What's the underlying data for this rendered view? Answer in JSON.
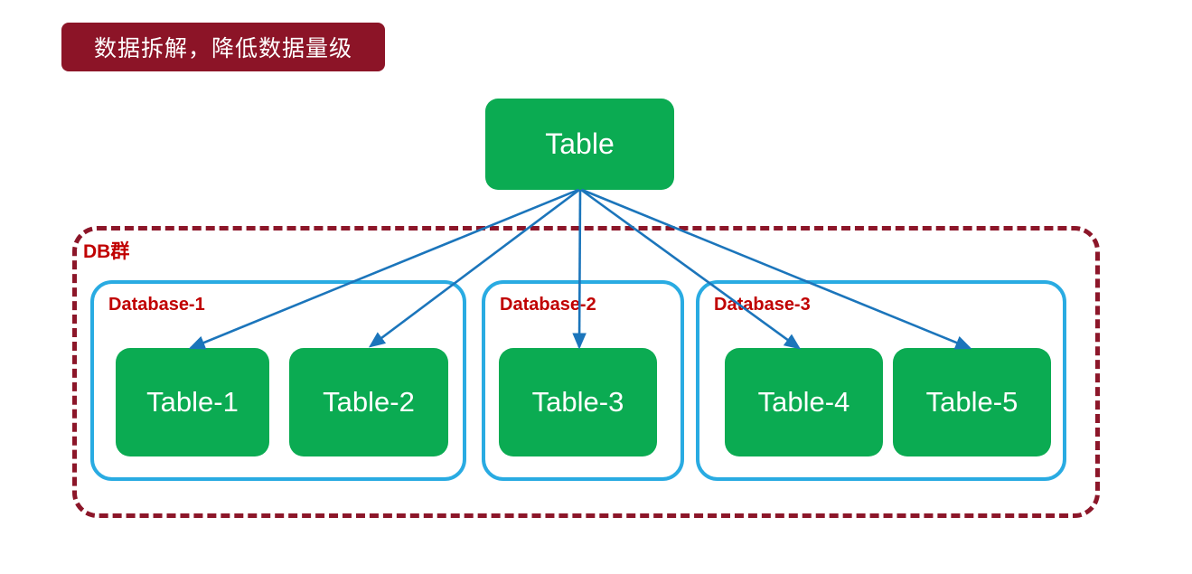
{
  "banner": {
    "text": "数据拆解，降低数据量级"
  },
  "root_table": {
    "label": "Table"
  },
  "db_group": {
    "label": "DB群"
  },
  "databases": [
    {
      "label": "Database-1",
      "tables": [
        {
          "label": "Table-1"
        },
        {
          "label": "Table-2"
        }
      ]
    },
    {
      "label": "Database-2",
      "tables": [
        {
          "label": "Table-3"
        }
      ]
    },
    {
      "label": "Database-3",
      "tables": [
        {
          "label": "Table-4"
        },
        {
          "label": "Table-5"
        }
      ]
    }
  ],
  "edges": [
    {
      "from": "Table",
      "to": "Table-1"
    },
    {
      "from": "Table",
      "to": "Table-2"
    },
    {
      "from": "Table",
      "to": "Table-3"
    },
    {
      "from": "Table",
      "to": "Table-4"
    },
    {
      "from": "Table",
      "to": "Table-5"
    }
  ],
  "colors": {
    "node_green": "#0BAB52",
    "database_border": "#29ABE2",
    "group_border": "#8C1629",
    "banner_bg": "#8C1427",
    "label_red": "#C00000",
    "arrow_blue": "#1B75BB"
  }
}
